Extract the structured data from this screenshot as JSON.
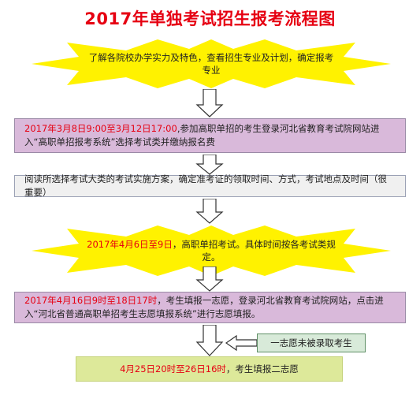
{
  "title": "2017年单独考试招生报考流程图",
  "steps": {
    "s1": "了解各院校办学实力及特色，查看招生专业及计划，确定报考专业",
    "s2_red": "2017年3月8日9:00至3月12日17:00",
    "s2_text": ",参加高职单招的考生登录河北省教育考试院网站进入“高职单招报考系统”选择考试类并缴纳报名费",
    "s3": "阅读所选择考试大类的考试实施方案，确定准考证的领取时间、方式，考试地点及时间（很重要）",
    "s4_red": "2017年4月6日至9日",
    "s4_text": "，高职单招考试。具体时间按各考试类规定。",
    "s5_red": "2017年4月16日9时至18日17时",
    "s5_text": "，考生填报一志愿，登录河北省教育考试院网站，点击进入“河北省普通高职单招考生志愿填报系统”进行志愿填报。",
    "side_note": "一志愿未被录取考生",
    "s6_red": "4月25日20时至26日16时",
    "s6_text": "，考生填报二志愿"
  },
  "colors": {
    "title": "#e60012",
    "star_fill": "#fff200",
    "pink_box": "#d9b9da",
    "grey_box": "#f0f0f0",
    "side_box": "#d8ead9",
    "green_box": "#dde99a"
  }
}
